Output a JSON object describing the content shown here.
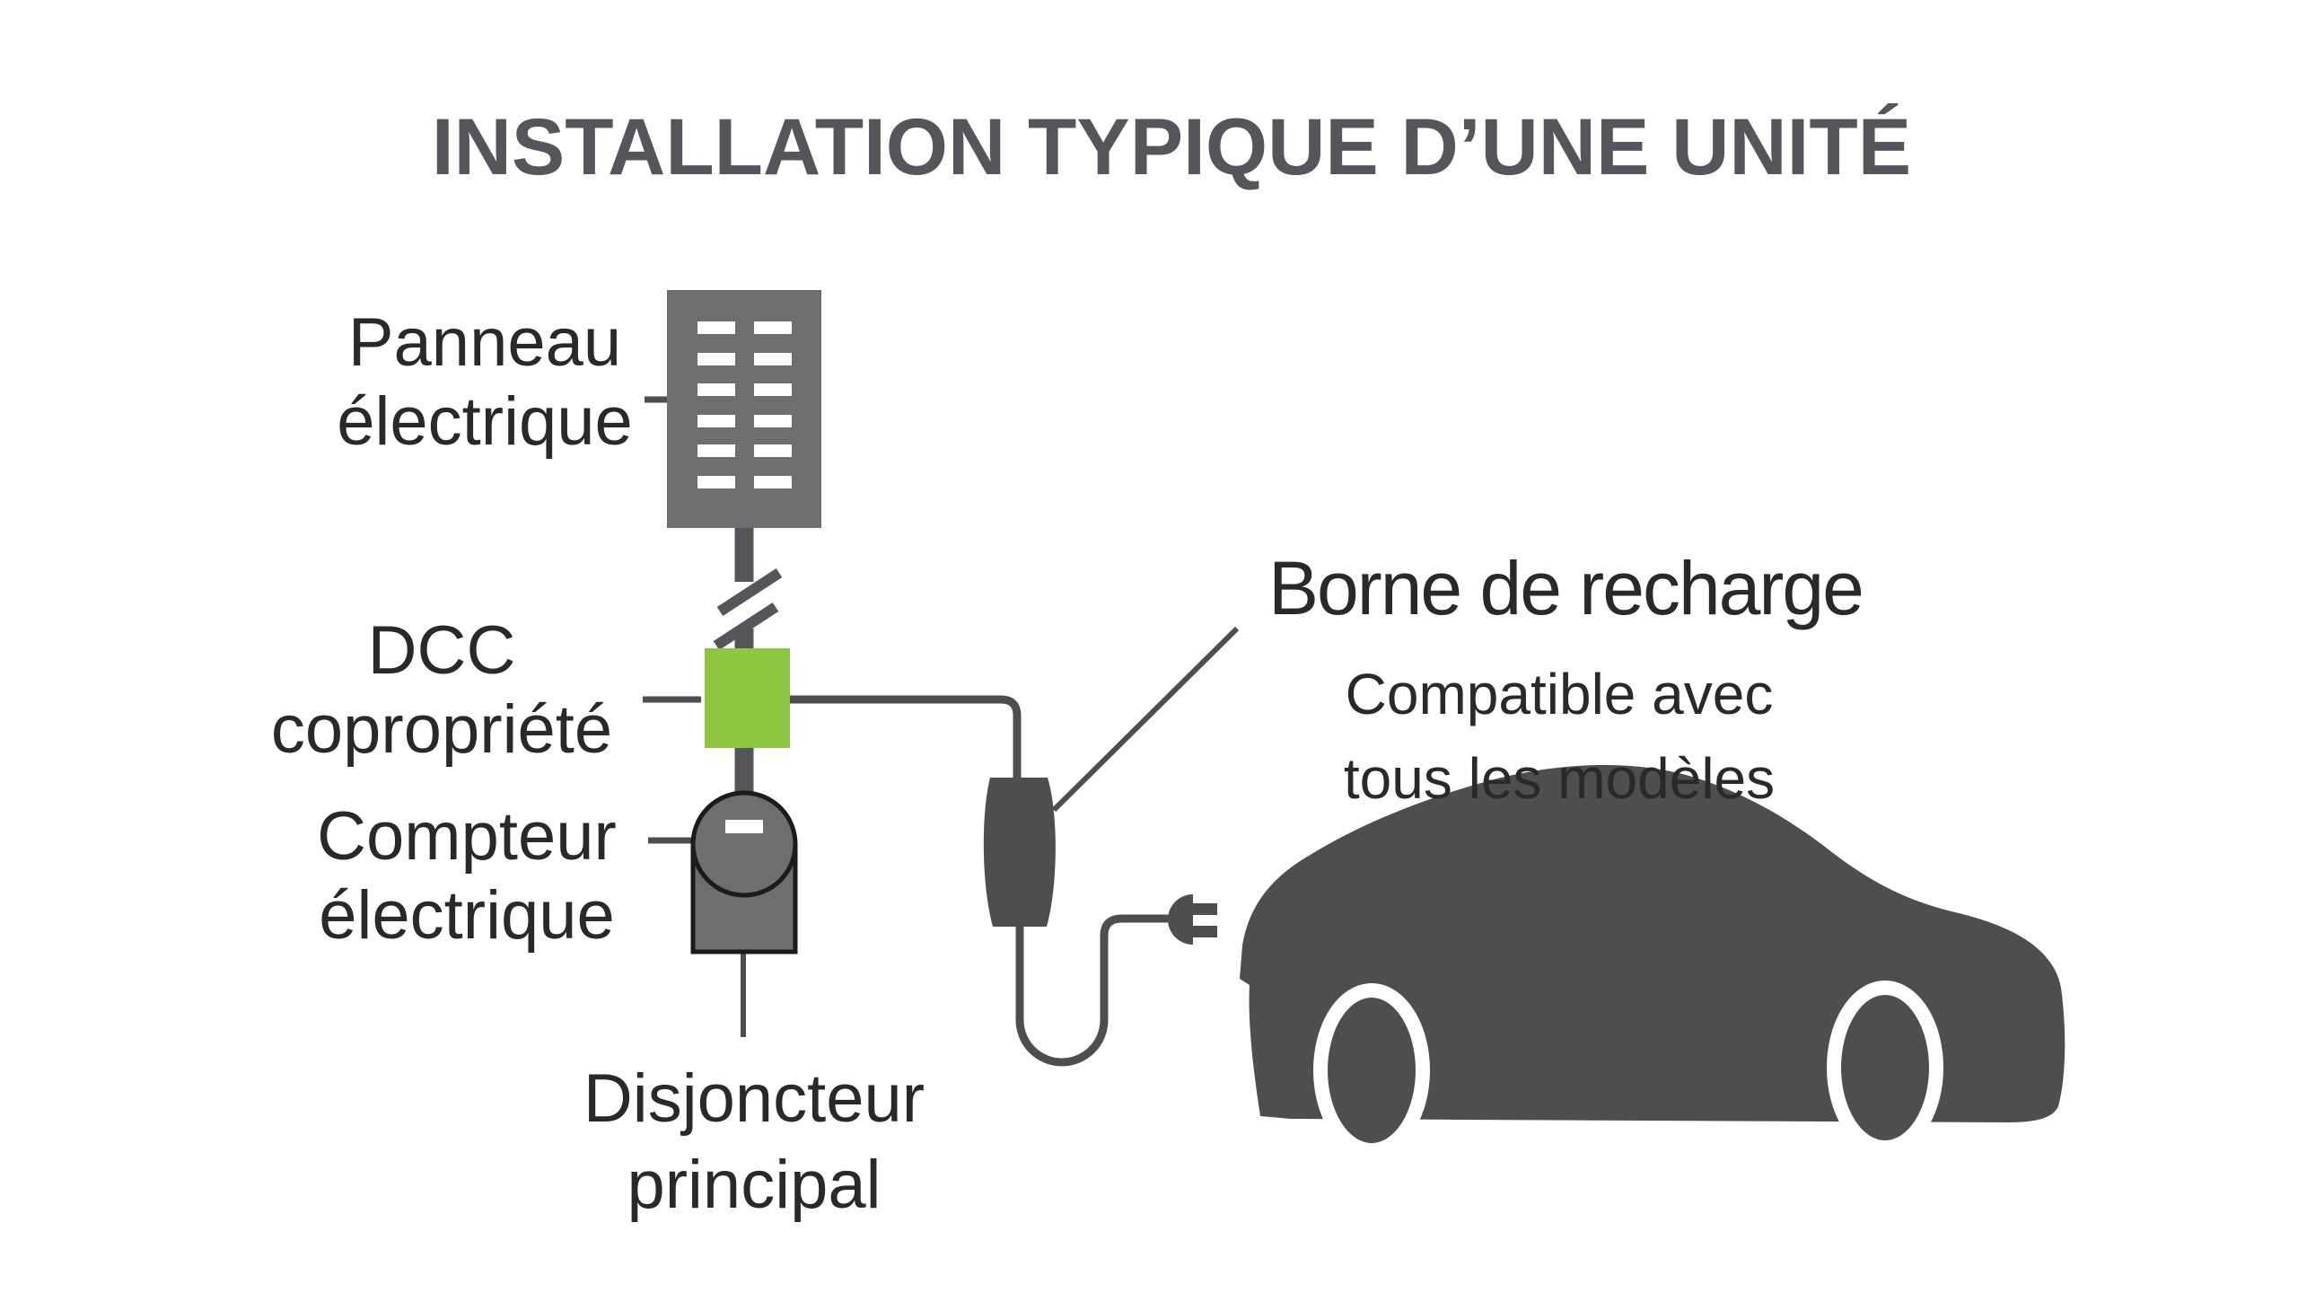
{
  "title": "INSTALLATION TYPIQUE D’UNE UNITÉ",
  "labels": {
    "panel": {
      "line1": "Panneau",
      "line2": "électrique"
    },
    "dcc": {
      "line1": "DCC",
      "line2": "copropriété"
    },
    "meter": {
      "line1": "Compteur",
      "line2": "électrique"
    },
    "breaker": {
      "line1": "Disjoncteur",
      "line2": "principal"
    },
    "station": {
      "title": "Borne de recharge",
      "subtitle_line1": "Compatible avec",
      "subtitle_line2": "tous les modèles"
    }
  },
  "colors": {
    "background": "#ffffff",
    "title_gray": "#54565b",
    "label_dark": "#29292b",
    "panel_gray": "#6d6e70",
    "connector_gray": "#55565a",
    "cable_gray": "#4d4e50",
    "accent_green": "#8dc63f",
    "outline_black": "#1b1b1d",
    "white": "#ffffff"
  },
  "icons": [
    "electrical-panel-icon",
    "circuit-break-icon",
    "dcc-box-icon",
    "electric-meter-icon",
    "charging-station-icon",
    "charging-cable-icon",
    "power-plug-icon",
    "electric-car-icon"
  ]
}
